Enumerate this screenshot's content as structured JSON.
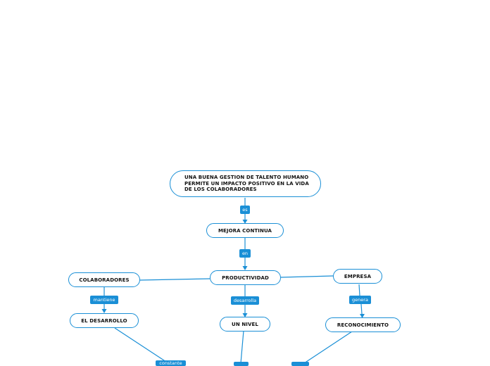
{
  "nodes": {
    "root": "UNA BUENA GESTION DE TALENTO HUMANO PERMITE UN IMPACTO POSITIVO EN LA VIDA DE LOS COLABORADORES",
    "mejora": "MEJORA CONTINUA",
    "productividad": "PRODUCTIVIDAD",
    "colaboradores": "COLABORADORES",
    "empresa": "EMPRESA",
    "desarrollo": "EL DESARROLLO",
    "nivel": "UN NIVEL",
    "reconocimiento": "RECONOCIMIENTO"
  },
  "links": {
    "es": "es",
    "en": "en",
    "mantiene": "mantiene",
    "desarrolla": "desarrolla",
    "genera": "genera",
    "constante": "constante"
  },
  "colors": {
    "accent": "#1a8fd6",
    "text": "#111111",
    "background": "#ffffff"
  }
}
